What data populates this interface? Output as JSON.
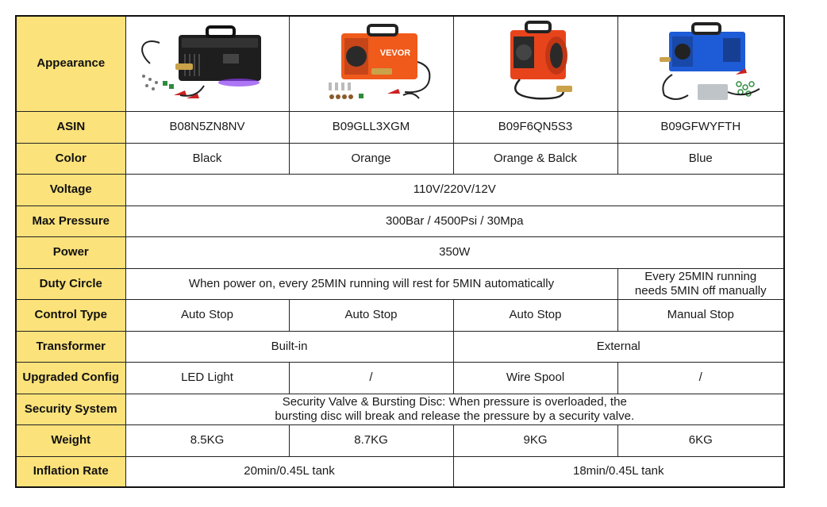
{
  "rows": {
    "appearance": {
      "label": "Appearance"
    },
    "asin": {
      "label": "ASIN",
      "values": [
        "B08N5ZN8NV",
        "B09GLL3XGM",
        "B09F6QN5S3",
        "B09GFWYFTH"
      ]
    },
    "color": {
      "label": "Color",
      "values": [
        "Black",
        "Orange",
        "Orange & Balck",
        "Blue"
      ]
    },
    "voltage": {
      "label": "Voltage",
      "value": "110V/220V/12V"
    },
    "max_pressure": {
      "label": "Max Pressure",
      "value": "300Bar / 4500Psi / 30Mpa"
    },
    "power": {
      "label": "Power",
      "value": "350W"
    },
    "duty_circle": {
      "label": "Duty Circle",
      "shared": "When power on, every 25MIN running will rest for 5MIN automatically",
      "last_line1": "Every 25MIN running",
      "last_line2": "needs 5MIN off manually"
    },
    "control_type": {
      "label": "Control Type",
      "values": [
        "Auto Stop",
        "Auto Stop",
        "Auto Stop",
        "Manual Stop"
      ]
    },
    "transformer": {
      "label": "Transformer",
      "left": "Built-in",
      "right": "External"
    },
    "upgraded_config": {
      "label": "Upgraded Config",
      "values": [
        "LED Light",
        "/",
        "Wire Spool",
        "/"
      ]
    },
    "security_system": {
      "label": "Security System",
      "line1": "Security Valve & Bursting Disc: When pressure is overloaded, the",
      "line2": "bursting disc will break and release the pressure by a security valve."
    },
    "weight": {
      "label": "Weight",
      "values": [
        "8.5KG",
        "8.7KG",
        "9KG",
        "6KG"
      ]
    },
    "inflation_rate": {
      "label": "Inflation Rate",
      "left": "20min/0.45L tank",
      "right": "18min/0.45L tank"
    }
  },
  "product_images": [
    {
      "icon": "black-compressor-icon",
      "color": "#1e1e1e"
    },
    {
      "icon": "orange-compressor-icon",
      "color": "#f05a1a",
      "brand": "VEVOR"
    },
    {
      "icon": "orange-black-compressor-icon",
      "color": "#e8441c"
    },
    {
      "icon": "blue-compressor-icon",
      "color": "#1e5bd6"
    }
  ]
}
